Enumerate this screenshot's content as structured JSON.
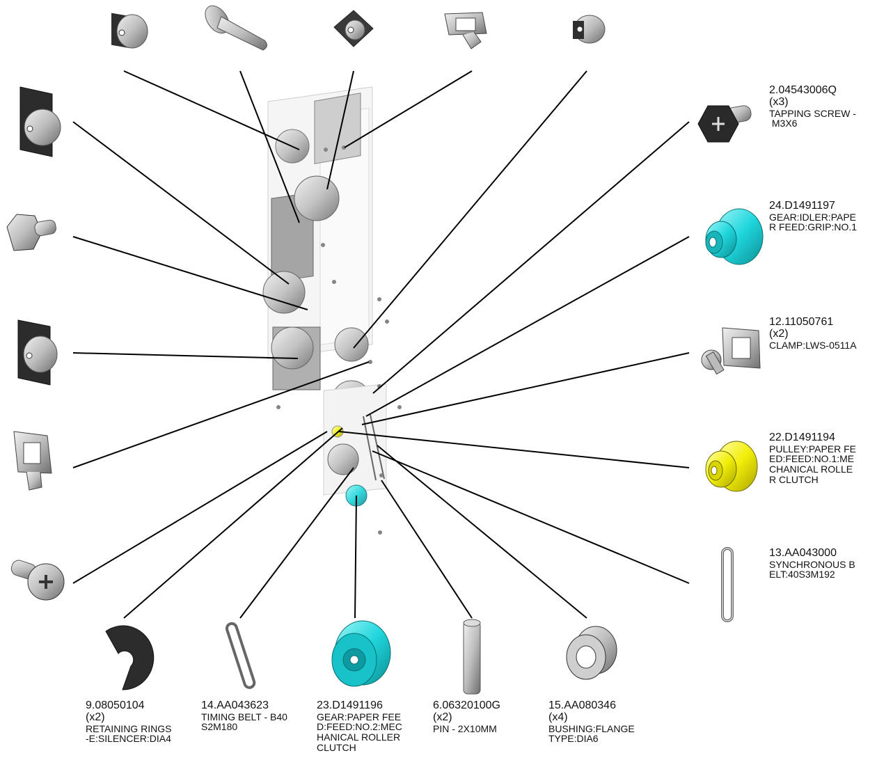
{
  "parts": [
    {
      "id": "p-tapping-screw",
      "number": "2.04543006Q",
      "qty": "(x3)",
      "desc": [
        "TAPPING SCREW -",
        " M3X6"
      ]
    },
    {
      "id": "p-gear-idler",
      "number": "24.D1491197",
      "qty": "",
      "desc": [
        "GEAR:IDLER:PAPE",
        "R FEED:GRIP:NO.1"
      ]
    },
    {
      "id": "p-clamp",
      "number": "12.11050761",
      "qty": "(x2)",
      "desc": [
        "CLAMP:LWS-0511A"
      ]
    },
    {
      "id": "p-pulley",
      "number": "22.D1491194",
      "qty": "",
      "desc": [
        "PULLEY:PAPER FE",
        "ED:FEED:NO.1:ME",
        "CHANICAL ROLLE",
        "R CLUTCH"
      ]
    },
    {
      "id": "p-sync-belt",
      "number": "13.AA043000",
      "qty": "",
      "desc": [
        "SYNCHRONOUS B",
        "ELT:40S3M192"
      ]
    },
    {
      "id": "p-retaining-ring",
      "number": "9.08050104",
      "qty": "(x2)",
      "desc": [
        "RETAINING RINGS",
        "-E:SILENCER:DIA4"
      ]
    },
    {
      "id": "p-timing-belt",
      "number": "14.AA043623",
      "qty": "",
      "desc": [
        "TIMING BELT - B40",
        "S2M180"
      ]
    },
    {
      "id": "p-gear-feed",
      "number": "23.D1491196",
      "qty": "",
      "desc": [
        "GEAR:PAPER FEE",
        "D:FEED:NO.2:MEC",
        "HANICAL ROLLER",
        "CLUTCH"
      ]
    },
    {
      "id": "p-pin",
      "number": "6.06320100G",
      "qty": "(x2)",
      "desc": [
        "PIN - 2X10MM"
      ]
    },
    {
      "id": "p-bushing",
      "number": "15.AA080346",
      "qty": "(x4)",
      "desc": [
        "BUSHING:FLANGE",
        "TYPE:DIA6"
      ]
    }
  ],
  "colors": {
    "cyan": "#1fd6dc",
    "yellow": "#f2ee0a",
    "gray": "#8a8a8a",
    "dark": "#3a3a3a"
  }
}
